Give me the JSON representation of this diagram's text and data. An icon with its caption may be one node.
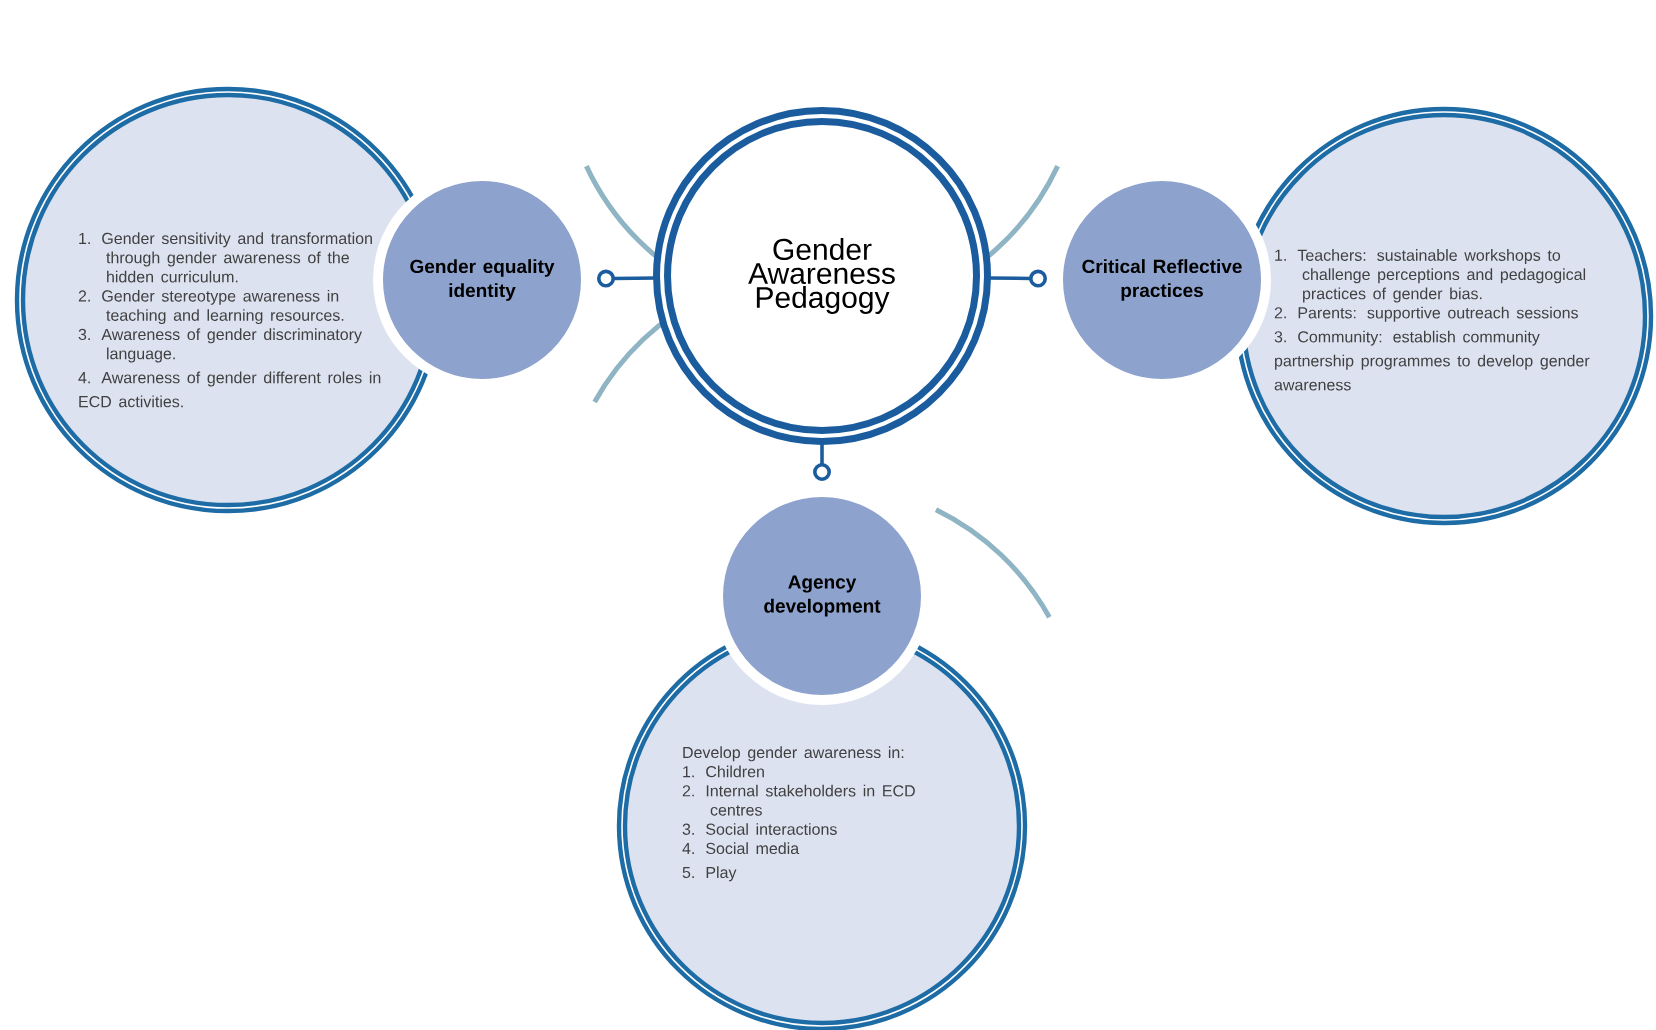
{
  "diagram": {
    "nodes": [
      {
        "text": [
          "Gender Awareness Pedagogy"
        ]
      },
      {
        "text": [
          "Gender equality identity"
        ]
      },
      {
        "text": [
          "1. Gender sensitivity and transformation through gender awareness of the hidden curriculum.",
          "2. Gender stereotype awareness in teaching and learning resources.",
          "3. Awareness of gender discriminatory language.",
          "4. Awareness of gender different roles in ECD activities."
        ]
      },
      {
        "text": [
          "Critical Reflective practices"
        ]
      },
      {
        "text": [
          "1. Teachers: sustainable workshops to challenge perceptions and pedagogical practices of gender bias.",
          "2. Parents: supportive outreach sessions",
          "3. Community: establish community partnership programmes to develop gender awareness"
        ]
      },
      {
        "text": [
          "Agency development"
        ]
      },
      {
        "text": [
          "Develop gender awareness in:",
          "1. Children",
          "2. Internal stakeholders in ECD centres",
          "3. Social interactions",
          "4. Social media",
          "5. Play"
        ]
      }
    ],
    "edges": [
      {
        "from": 0,
        "to": 1,
        "arrow": "other"
      },
      {
        "from": 0,
        "to": 3,
        "arrow": "other"
      },
      {
        "from": 0,
        "to": 5,
        "arrow": "other"
      }
    ]
  }
}
